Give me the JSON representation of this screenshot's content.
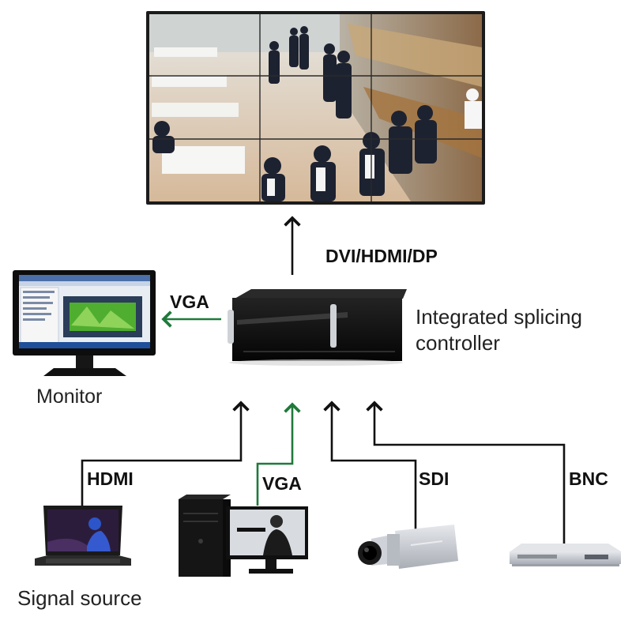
{
  "labels": {
    "video_wall_link": "DVI/HDMI/DP",
    "controller_line1": "Integrated splicing",
    "controller_line2": "controller",
    "monitor_link": "VGA",
    "monitor": "Monitor",
    "hdmi": "HDMI",
    "vga": "VGA",
    "sdi": "SDI",
    "bnc": "BNC",
    "signal_source": "Signal source"
  },
  "colors": {
    "line_black": "#111111",
    "line_green": "#1f7a3a",
    "device_dark": "#101010",
    "screen_blue": "#1f4f9a",
    "screen_green": "#4fae2f",
    "camera_silver": "#c9ccd2",
    "floor_tone": "#d9c6ae"
  }
}
